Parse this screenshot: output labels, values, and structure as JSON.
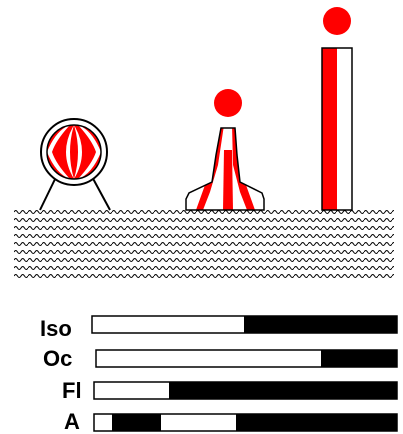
{
  "colors": {
    "red": "#ff0000",
    "black": "#000000",
    "white": "#ffffff"
  },
  "buoys": [
    {
      "name": "spherical-buoy",
      "pattern": "red-white-vertical-stripes"
    },
    {
      "name": "pillar-buoy",
      "pattern": "red-white-vertical-stripes",
      "topmark": "red-sphere"
    },
    {
      "name": "spar-buoy",
      "pattern": "red-white-vertical-stripes",
      "topmark": "red-sphere"
    }
  ],
  "light_rhythms": [
    {
      "label": "Iso"
    },
    {
      "label": "Oc"
    },
    {
      "label": "Fl"
    },
    {
      "label": "A"
    }
  ]
}
